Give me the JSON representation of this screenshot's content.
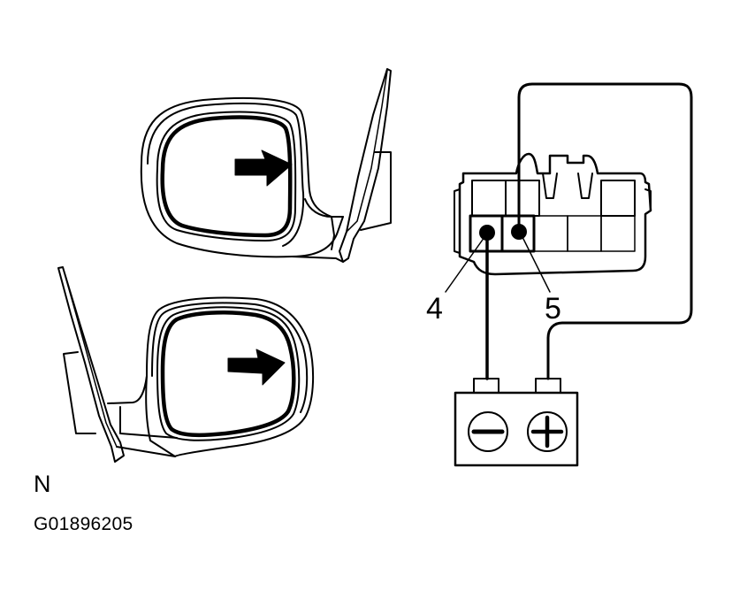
{
  "diagram": {
    "view_label": "N",
    "figure_code": "G01896205",
    "connector": {
      "pins": [
        {
          "number": "4",
          "connected_to": "battery-negative"
        },
        {
          "number": "5",
          "connected_to": "battery-positive"
        }
      ]
    },
    "battery": {
      "terminals": [
        {
          "symbol": "−",
          "polarity": "negative"
        },
        {
          "symbol": "+",
          "polarity": "positive"
        }
      ]
    },
    "mirrors": [
      {
        "name": "upper-mirror",
        "arrow_direction": "right"
      },
      {
        "name": "lower-mirror",
        "arrow_direction": "right"
      }
    ],
    "colors": {
      "line": "#000000",
      "background": "#ffffff"
    }
  }
}
